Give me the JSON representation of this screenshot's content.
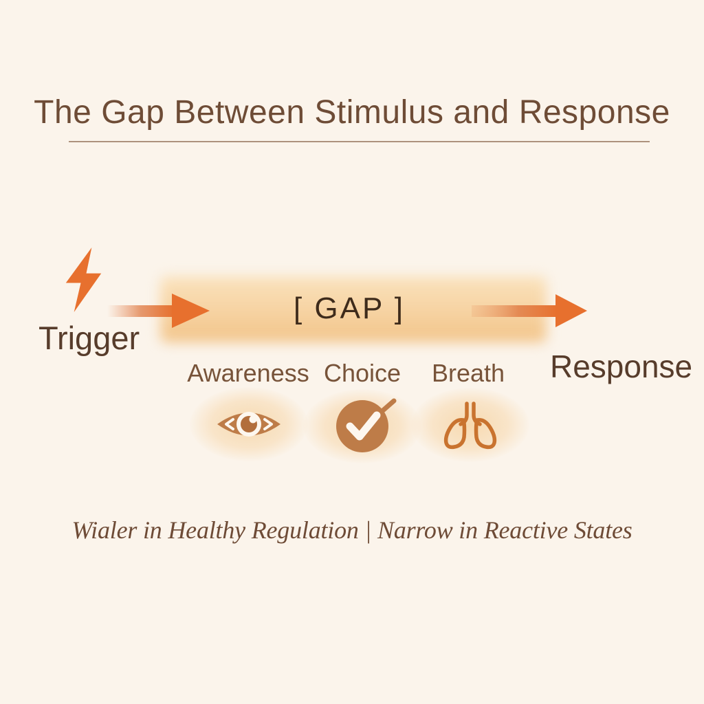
{
  "title": "The Gap Between Stimulus and Response",
  "flow": {
    "trigger_label": "Trigger",
    "gap_label": "[ GAP ]",
    "response_label": "Response"
  },
  "gap_skills": [
    {
      "label": "Awareness",
      "icon": "eye-icon"
    },
    {
      "label": "Choice",
      "icon": "check-icon"
    },
    {
      "label": "Breath",
      "icon": "lungs-icon"
    }
  ],
  "caption": "Wialer in Healthy Regulation | Narrow in Reactive States",
  "colors": {
    "bg": "#FBF4EB",
    "title-brown": "#6E4C36",
    "underline": "#9A7962",
    "text-dark": "#573C2B",
    "label-brown": "#775339",
    "gap-dark": "#3E2B1B",
    "orange": "#E7702E",
    "band-top": "#FAE2BC",
    "band-bottom": "#F2C489",
    "tan": "#BE7C48",
    "lungs-orange": "#C9732F",
    "cream": "#FDF7EF",
    "caption-brown": "#6E4B36"
  }
}
